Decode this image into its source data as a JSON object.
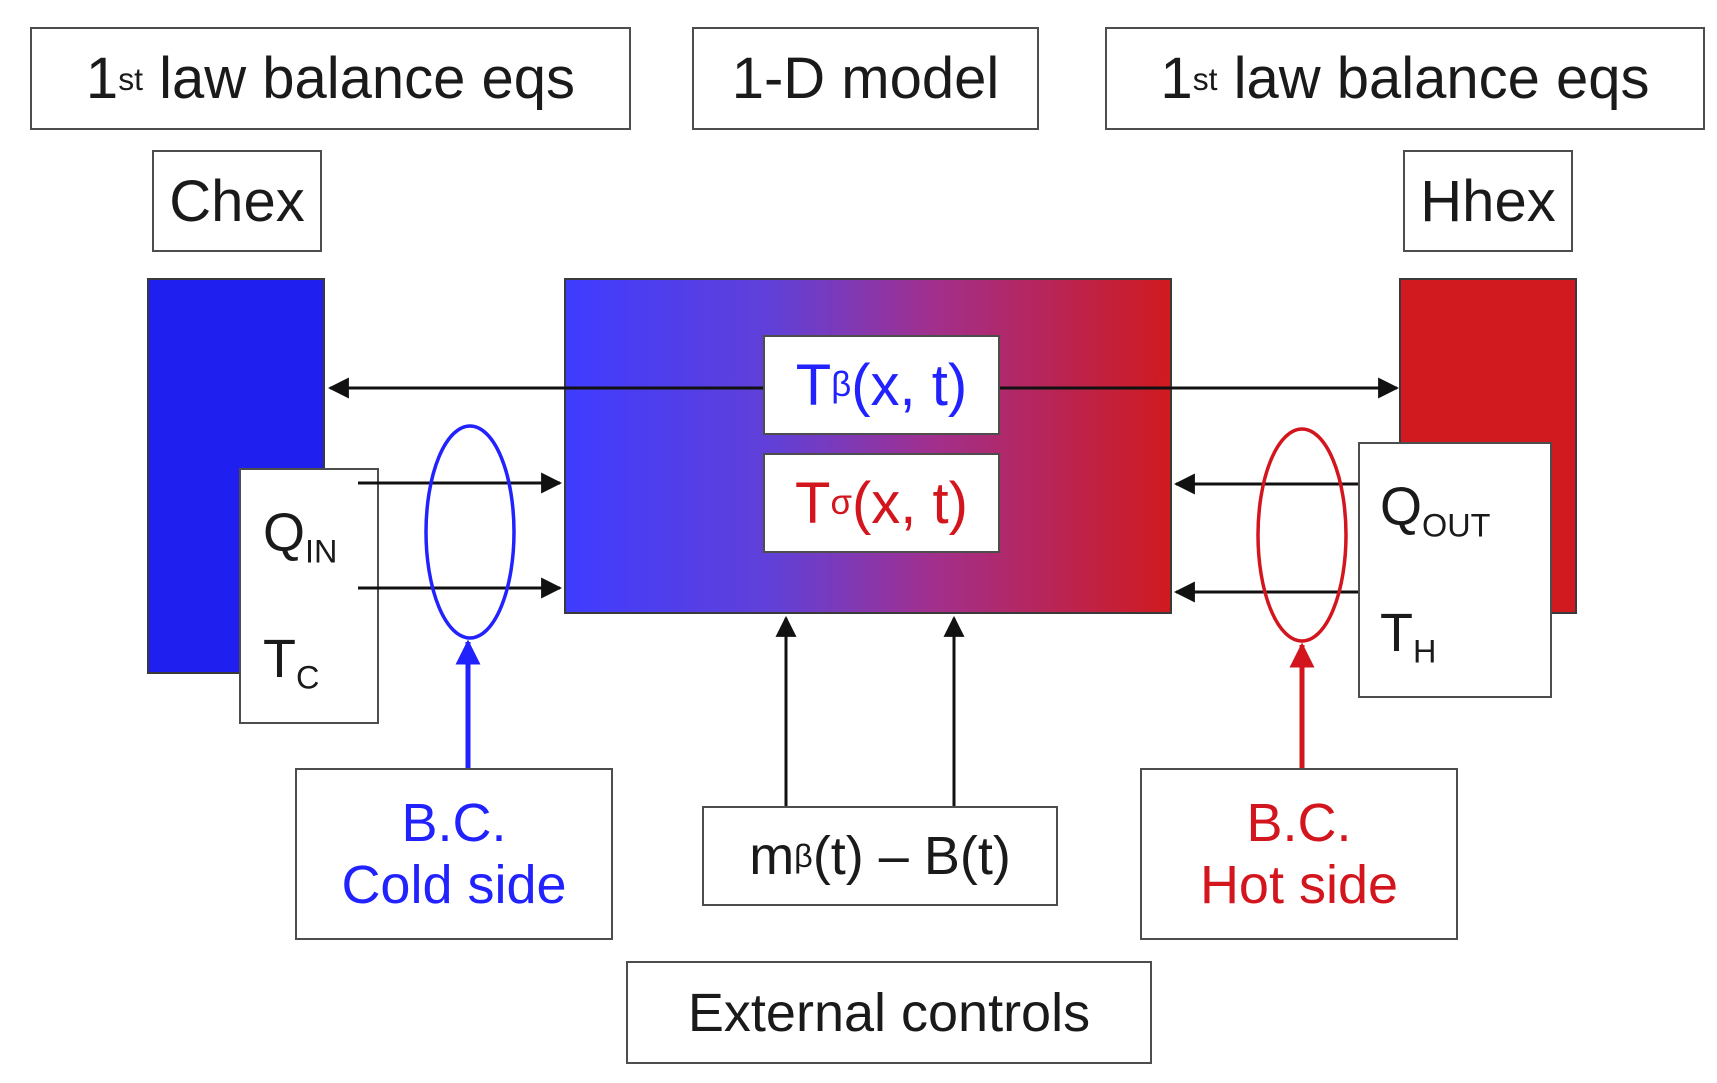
{
  "colors": {
    "cold": "#1f1ff0",
    "hot": "#d01a1f",
    "coldText": "#2222ff",
    "hotText": "#d3161e",
    "line": "#111111"
  },
  "top": {
    "left_title": {
      "main": "1",
      "sup": "st",
      "rest": " law balance eqs"
    },
    "center_title": "1-D model",
    "right_title": {
      "main": "1",
      "sup": "st",
      "rest": " law balance eqs"
    }
  },
  "left": {
    "label": "Chex",
    "q_main": "Q",
    "q_sub": "IN",
    "t_main": "T",
    "t_sub": "C",
    "bc_line1": "B.C.",
    "bc_line2": "Cold side"
  },
  "right": {
    "label": "Hhex",
    "q_main": "Q",
    "q_sub": "OUT",
    "t_main": "T",
    "t_sub": "H",
    "bc_line1": "B.C.",
    "bc_line2": "Hot side"
  },
  "model": {
    "beta": {
      "main": "T",
      "sub": "β",
      "rest": "(x, t)"
    },
    "sigma": {
      "main": "T",
      "sub": "σ",
      "rest": "(x, t)"
    }
  },
  "controls": {
    "formula": {
      "main": "m",
      "sub": "β",
      "rest": "(t) – B(t)"
    },
    "label": "External controls"
  }
}
